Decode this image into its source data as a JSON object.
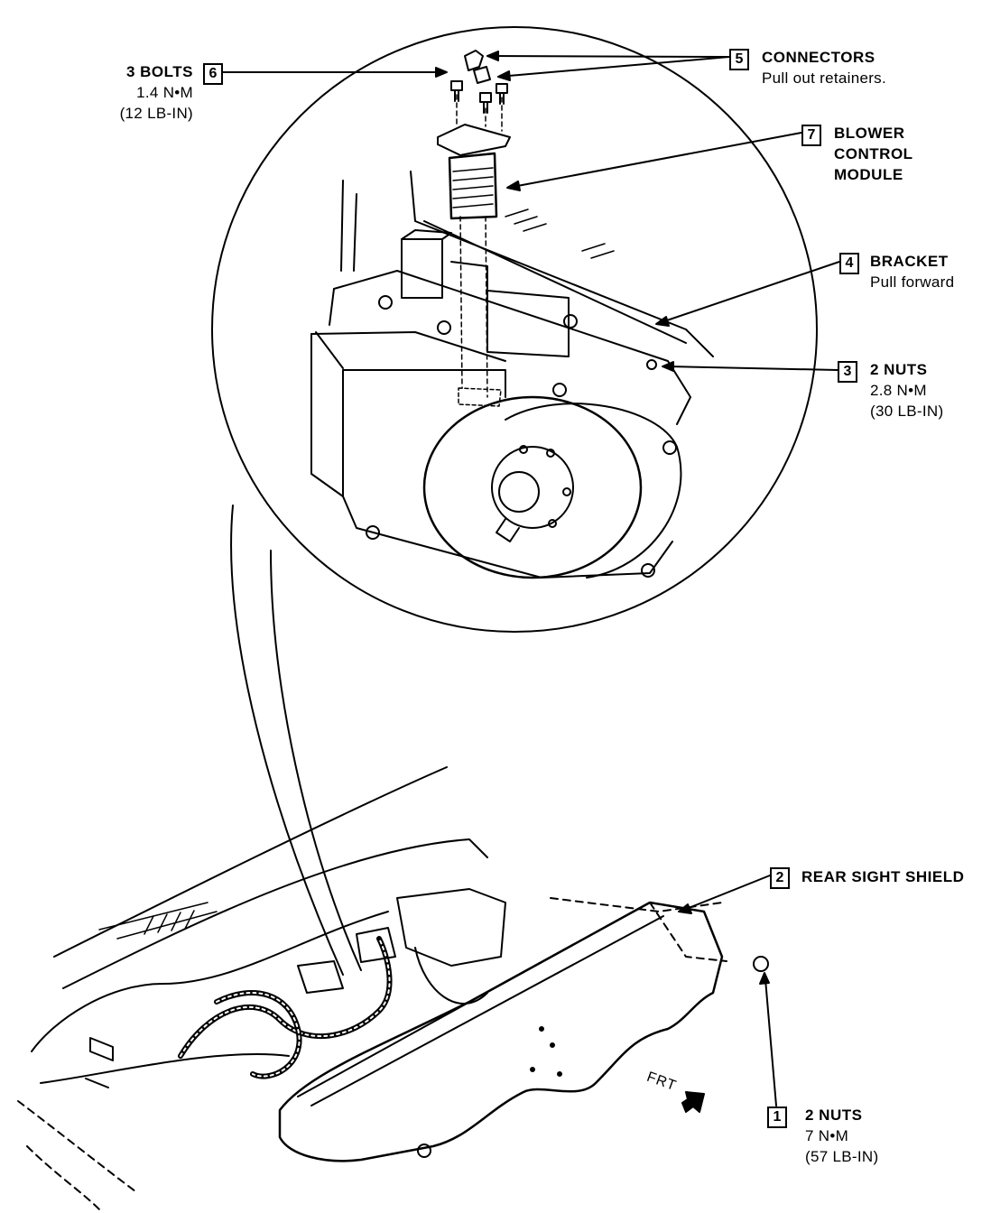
{
  "callouts": {
    "c1": {
      "num": "1",
      "title": "2 NUTS",
      "lines": [
        "7 N•M",
        "(57 LB-IN)"
      ]
    },
    "c2": {
      "num": "2",
      "title": "REAR SIGHT SHIELD",
      "lines": []
    },
    "c3": {
      "num": "3",
      "title": "2 NUTS",
      "lines": [
        "2.8 N•M",
        "(30 LB-IN)"
      ]
    },
    "c4": {
      "num": "4",
      "title": "BRACKET",
      "lines": [
        "Pull forward"
      ]
    },
    "c5": {
      "num": "5",
      "title": "CONNECTORS",
      "lines": [
        "Pull out retainers."
      ]
    },
    "c6": {
      "num": "6",
      "title": "3 BOLTS",
      "lines": [
        "1.4 N•M",
        "(12 LB-IN)"
      ]
    },
    "c7": {
      "num": "7",
      "title": "BLOWER",
      "lines": [
        "CONTROL",
        "MODULE"
      ]
    }
  },
  "direction_label": "FRT"
}
